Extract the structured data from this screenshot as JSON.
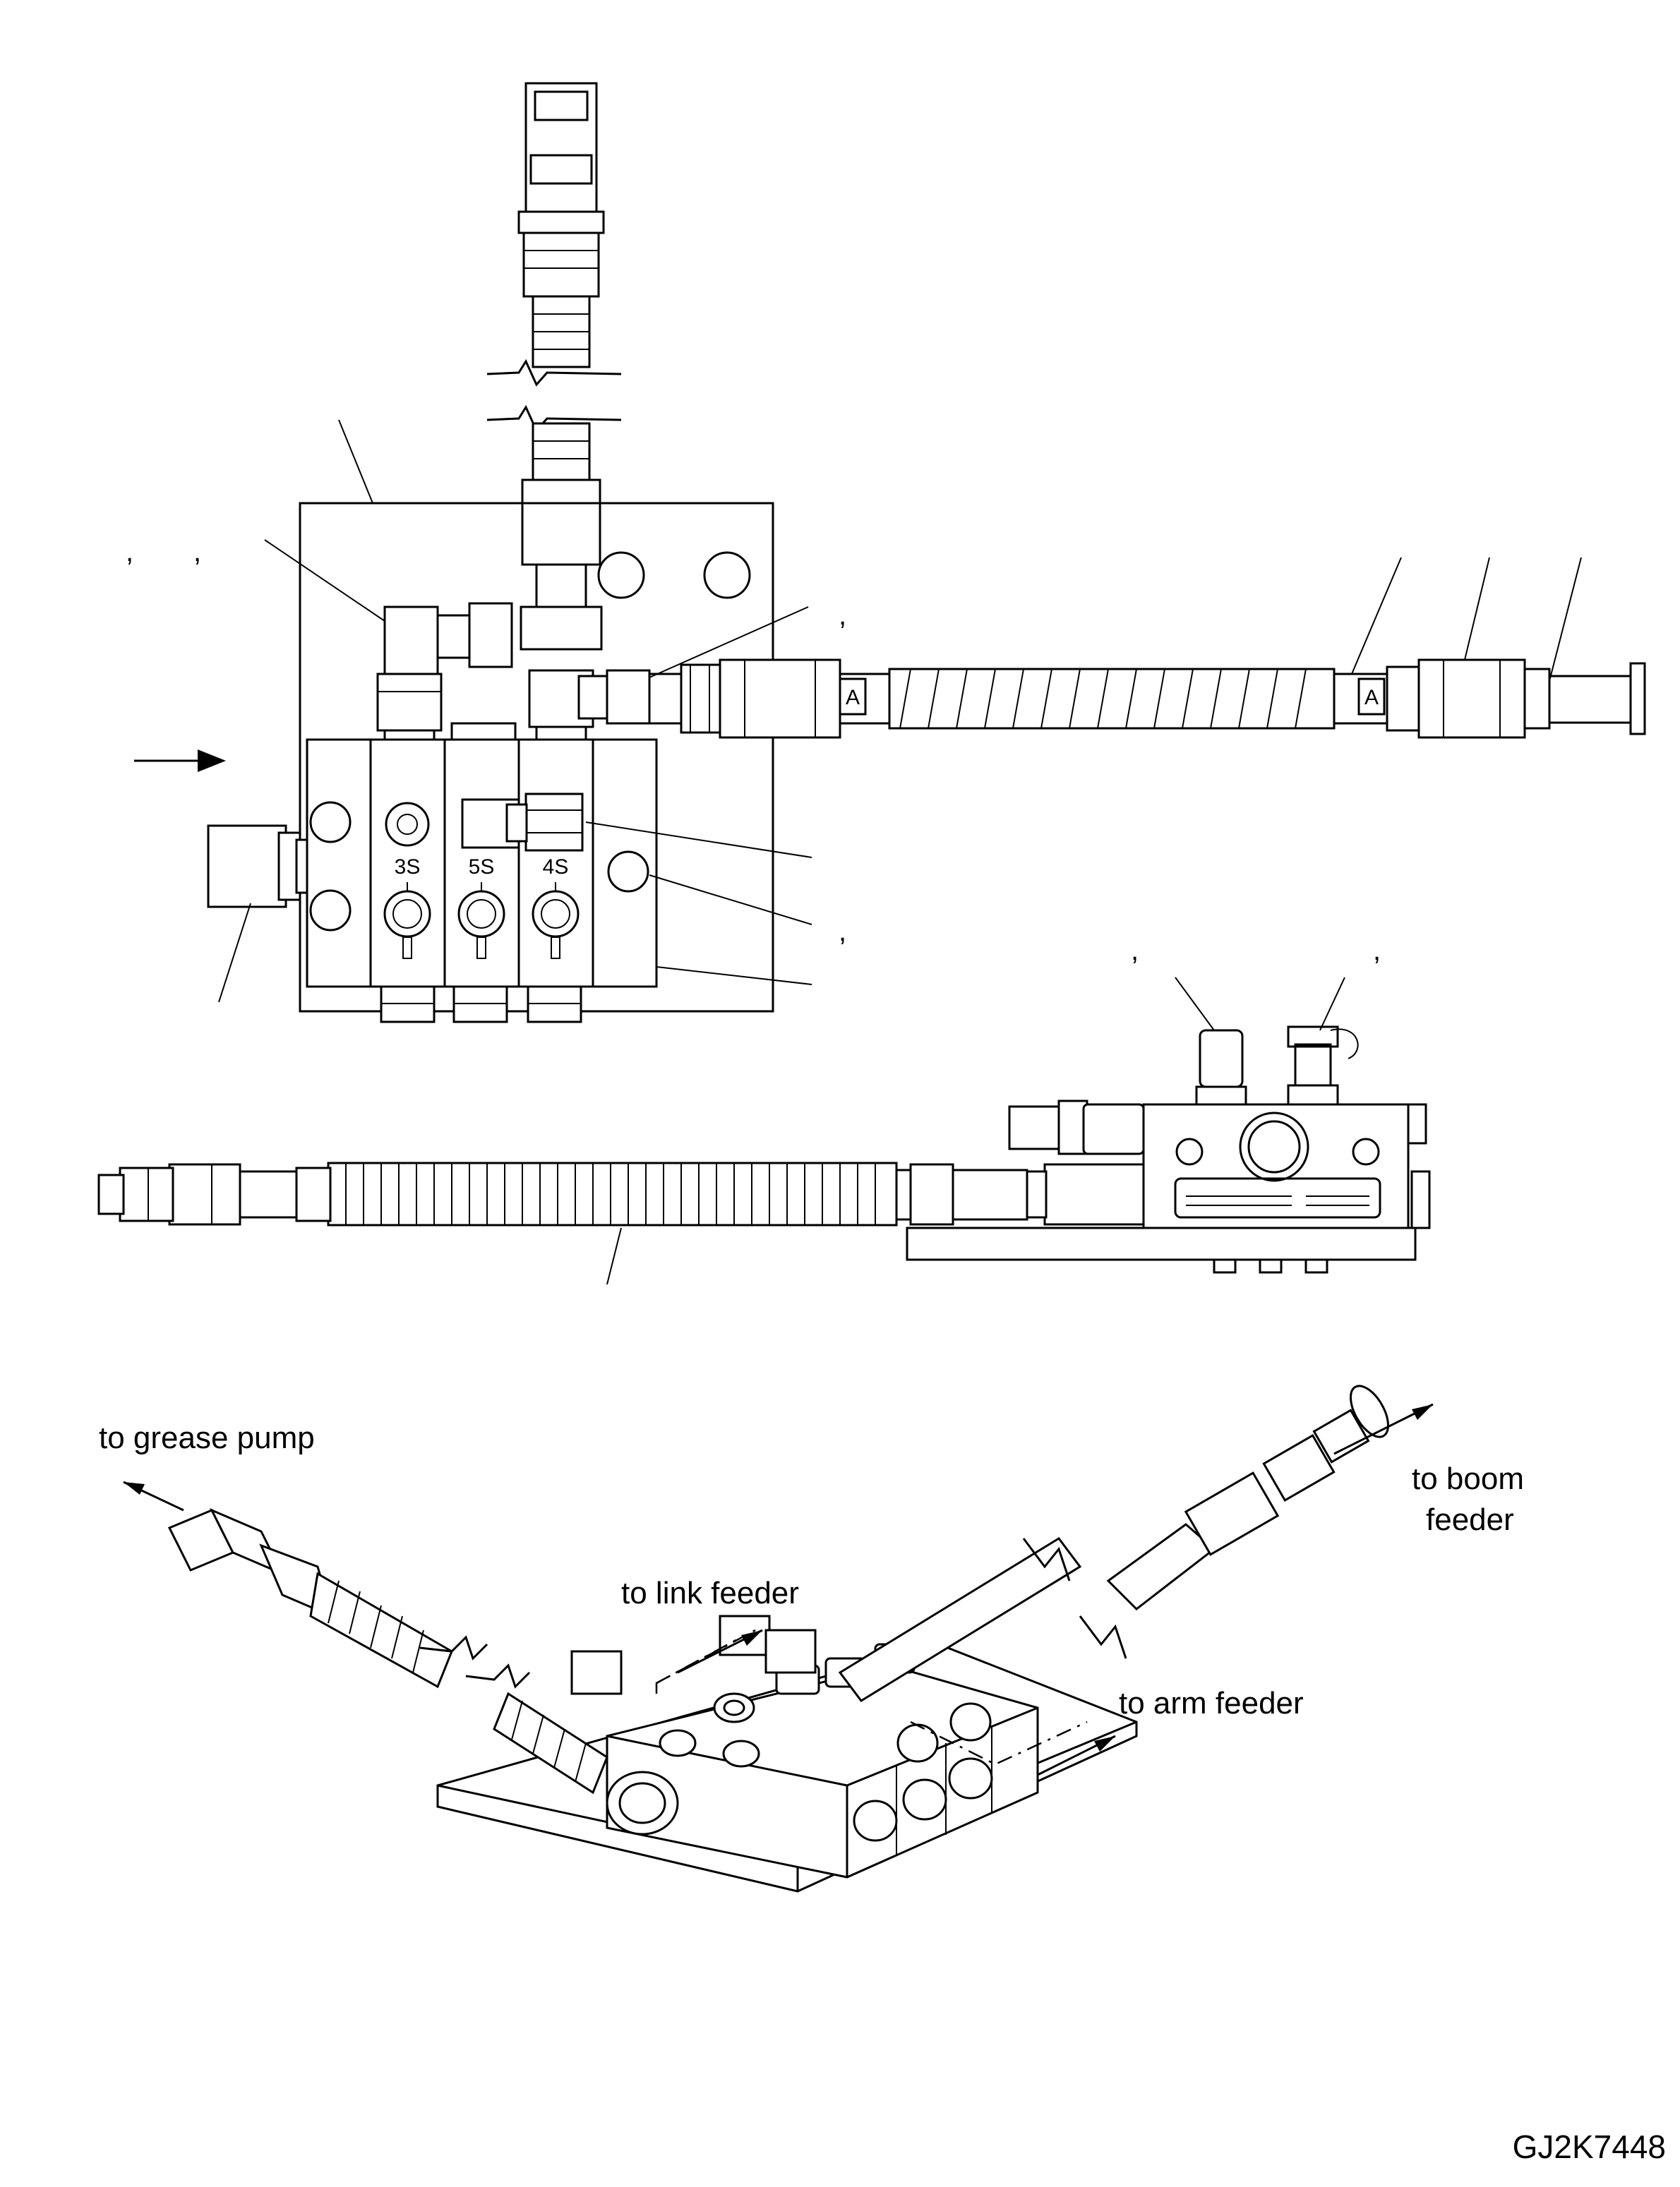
{
  "drawing_id": "GJ2K7448",
  "callout_commas": [
    ",",
    ",",
    ",",
    ",",
    ",",
    ","
  ],
  "valve_section_labels": [
    "3S",
    "5S",
    "4S"
  ],
  "hose_marker_labels": [
    "A",
    "A"
  ],
  "flow_labels": {
    "grease_pump": "to grease pump",
    "link_feeder": "to link feeder",
    "boom_feeder_line1": "to boom",
    "boom_feeder_line2": "feeder",
    "arm_feeder": "to arm feeder"
  }
}
